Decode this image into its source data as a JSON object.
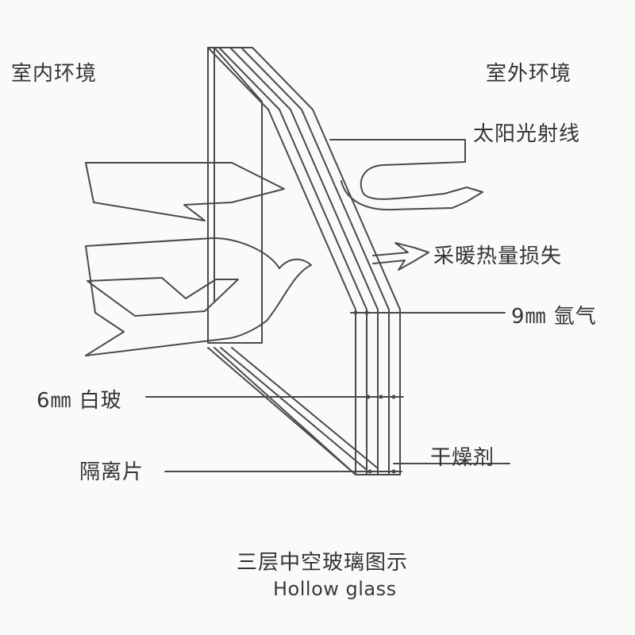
{
  "labels": {
    "indoor": "室内环境",
    "outdoor": "室外环境",
    "solar": "太阳光射线",
    "heating_loss": "采暖热量损失",
    "argon": "9㎜ 氩气",
    "white_glass": "6㎜ 白玻",
    "spacer": "隔离片",
    "desiccant": "干燥剂"
  },
  "caption": {
    "title": "三层中空玻璃图示",
    "subtitle": "Hollow glass"
  },
  "colors": {
    "stroke": "#4a4a4a",
    "background": "#fafaf8"
  }
}
